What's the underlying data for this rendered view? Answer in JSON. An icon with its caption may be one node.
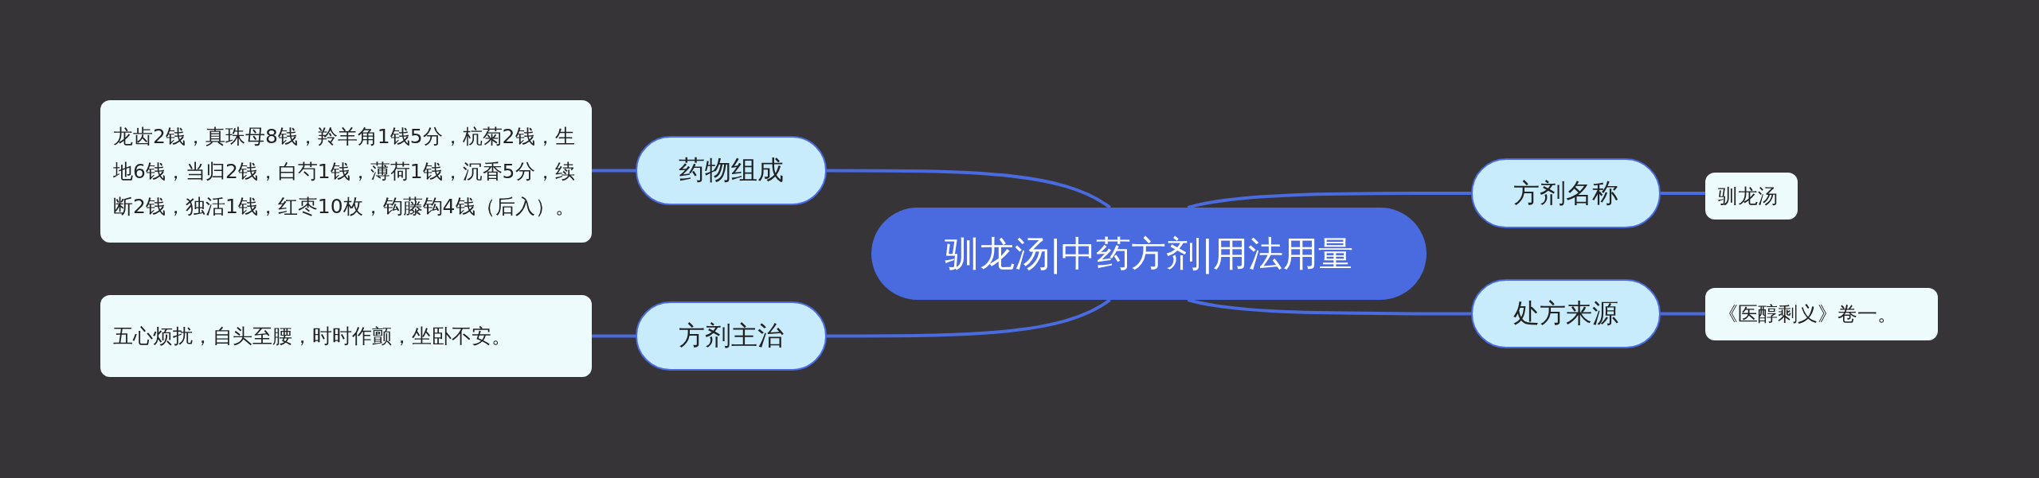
{
  "diagram": {
    "nodes": [
      {
        "text": [
          "驯龙汤|中药方剂|用法用量"
        ]
      },
      {
        "text": [
          "药物组成"
        ]
      },
      {
        "text": [
          "龙齿2钱，真珠母8钱，羚羊角1钱5分，杭菊2钱，生地6钱，当归2钱，白芍1钱，薄荷1钱，沉香5分，续断2钱，独活1钱，红枣10枚，钩藤钩4钱（后入）。"
        ]
      },
      {
        "text": [
          "方剂主治"
        ]
      },
      {
        "text": [
          "五心烦扰，自头至腰，时时作颤，坐卧不安。"
        ]
      },
      {
        "text": [
          "方剂名称"
        ]
      },
      {
        "text": [
          "驯龙汤"
        ]
      },
      {
        "text": [
          "处方来源"
        ]
      },
      {
        "text": [
          "《医醇剩义》卷一。"
        ]
      }
    ],
    "edges": [
      {
        "from": 0,
        "to": 1,
        "arrow": "none"
      },
      {
        "from": 1,
        "to": 2,
        "arrow": "none"
      },
      {
        "from": 0,
        "to": 3,
        "arrow": "none"
      },
      {
        "from": 3,
        "to": 4,
        "arrow": "none"
      },
      {
        "from": 0,
        "to": 5,
        "arrow": "none"
      },
      {
        "from": 5,
        "to": 6,
        "arrow": "none"
      },
      {
        "from": 0,
        "to": 7,
        "arrow": "none"
      },
      {
        "from": 7,
        "to": 8,
        "arrow": "none"
      }
    ]
  }
}
